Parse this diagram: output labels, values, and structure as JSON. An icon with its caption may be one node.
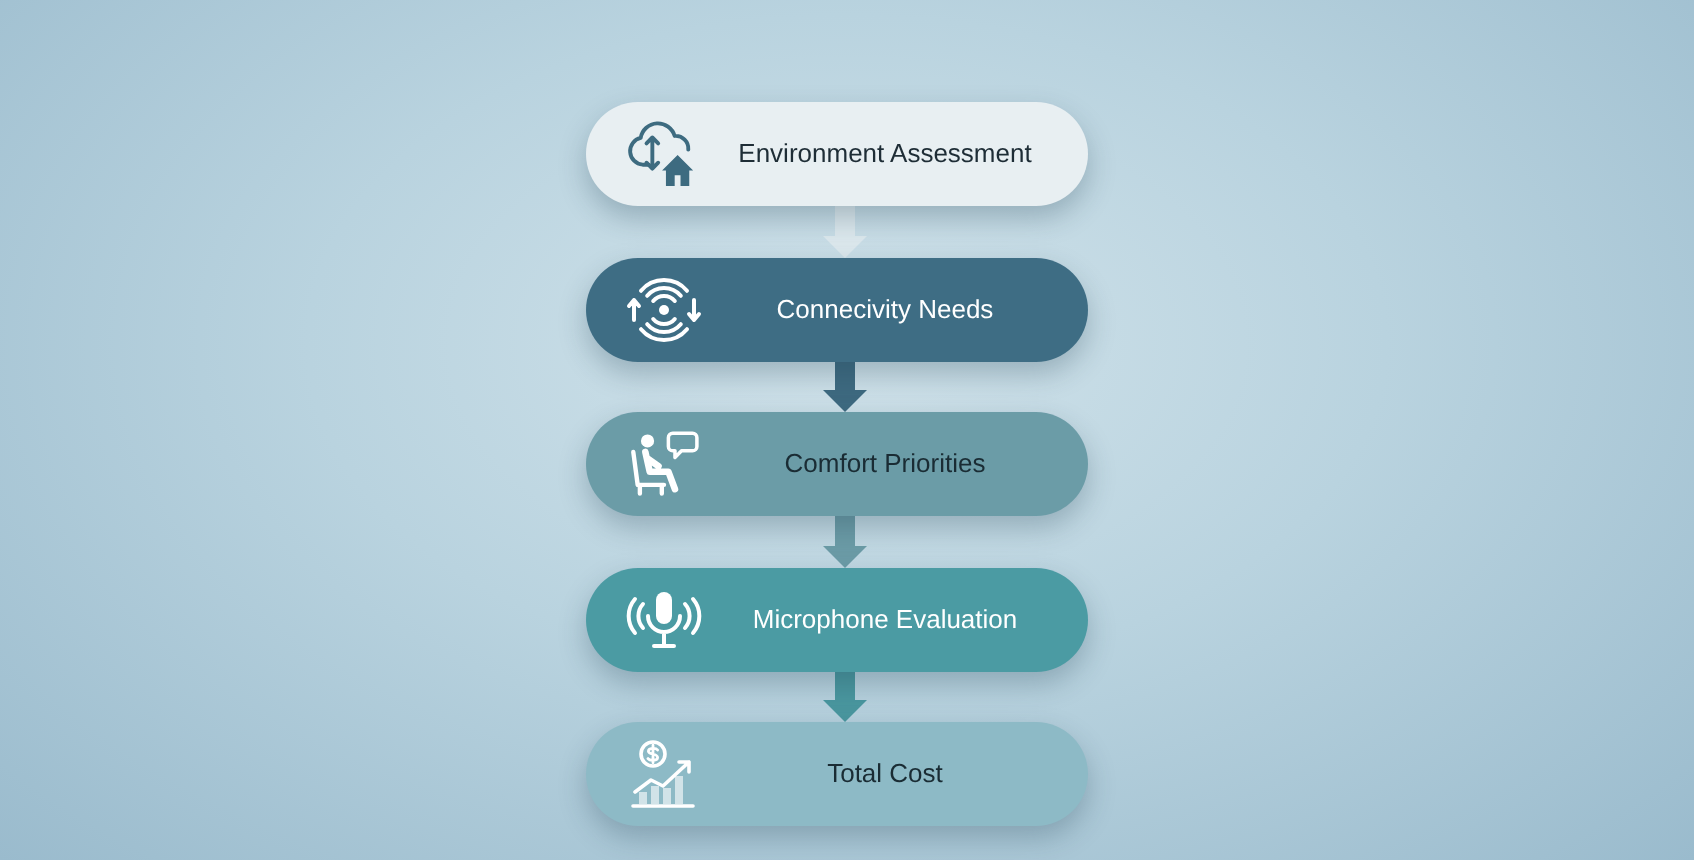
{
  "diagram": {
    "nodes": [
      {
        "text": [
          "Environment Assessment"
        ]
      },
      {
        "text": [
          "Connecivity Needs"
        ]
      },
      {
        "text": [
          "Comfort Priorities"
        ]
      },
      {
        "text": [
          "Microphone Evaluation"
        ]
      },
      {
        "text": [
          "Total Cost"
        ]
      }
    ],
    "edges": [
      {
        "from": 0,
        "to": 1,
        "arrow": "to",
        "color": "#dce8ed"
      },
      {
        "from": 1,
        "to": 2,
        "arrow": "to",
        "color": "#3e6a80"
      },
      {
        "from": 2,
        "to": 3,
        "arrow": "to",
        "color": "#6c9ca7"
      },
      {
        "from": 3,
        "to": 4,
        "arrow": "to",
        "color": "#4a979f"
      }
    ]
  }
}
